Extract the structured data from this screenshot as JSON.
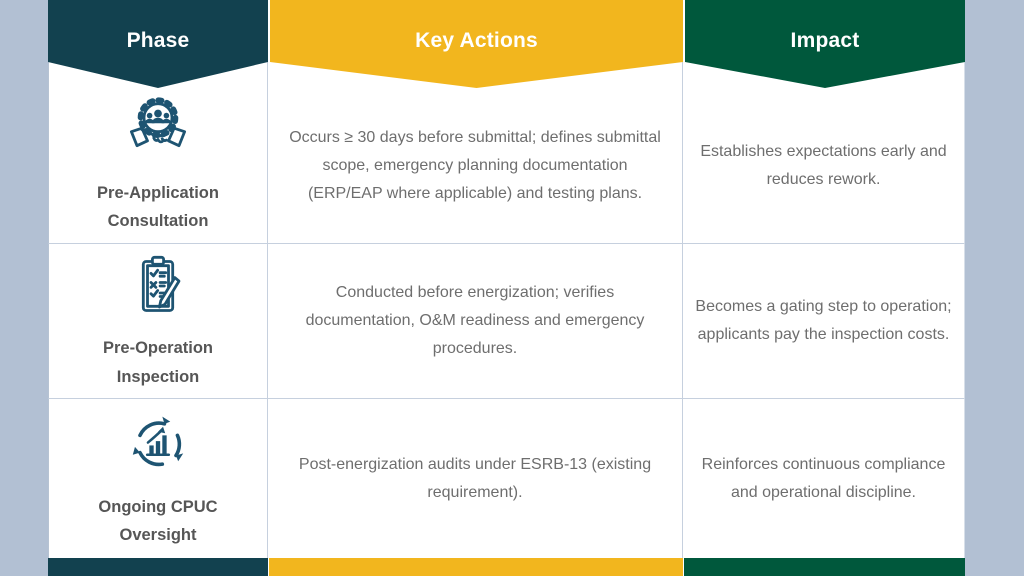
{
  "background_color": "#b2c0d3",
  "icon_color": "#1e5472",
  "divider_color": "#c6d0de",
  "columns": [
    {
      "label": "Phase",
      "color": "#12414f"
    },
    {
      "label": "Key Actions",
      "color": "#f2b61e"
    },
    {
      "label": "Impact",
      "color": "#00583c"
    }
  ],
  "rows": [
    {
      "phase_icon": "consultation-handshake-icon",
      "phase_label": "Pre-Application Consultation",
      "key_actions": "Occurs ≥ 30 days before submittal; defines submittal scope, emergency planning documentation (ERP/EAP where applicable) and testing plans.",
      "impact": "Establishes expectations early and reduces rework."
    },
    {
      "phase_icon": "inspection-checklist-icon",
      "phase_label": "Pre-Operation Inspection",
      "key_actions": "Conducted before energization; verifies documentation, O&M readiness and emergency procedures.",
      "impact": "Becomes a gating step to operation; applicants pay the inspection costs."
    },
    {
      "phase_icon": "continuous-oversight-icon",
      "phase_label": "Ongoing CPUC Oversight",
      "key_actions": "Post-energization audits under ESRB-13 (existing requirement).",
      "impact": "Reinforces continuous compliance and operational discipline."
    }
  ]
}
